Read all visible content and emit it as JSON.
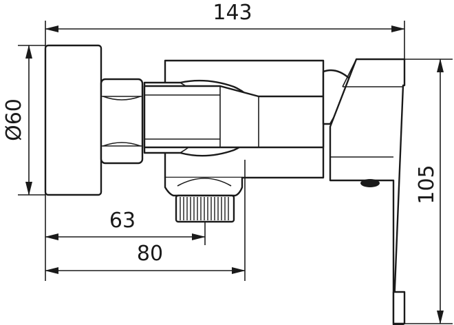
{
  "colors": {
    "line": "#1a1a1a",
    "background": "#ffffff"
  },
  "dimensions": {
    "overall_length": "143",
    "diameter": "Ø60",
    "height": "105",
    "outlet_distance": "63",
    "inlet_distance": "80"
  }
}
